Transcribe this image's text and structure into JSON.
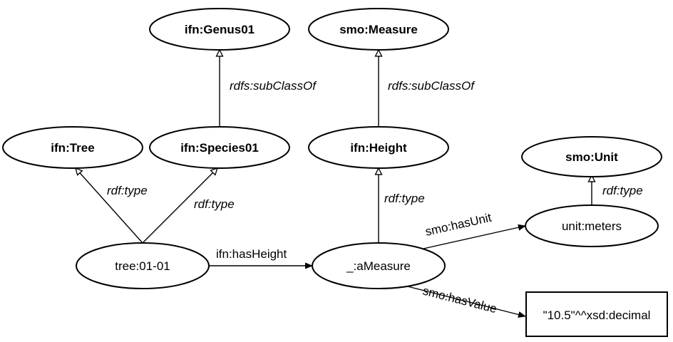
{
  "nodes": {
    "genus01": "ifn:Genus01",
    "measure_class": "smo:Measure",
    "tree_class": "ifn:Tree",
    "species01": "ifn:Species01",
    "height": "ifn:Height",
    "unit_class": "smo:Unit",
    "unit_meters": "unit:meters",
    "tree_instance": "tree:01-01",
    "a_measure": "_:aMeasure",
    "literal_value": "\"10.5\"^^xsd:decimal"
  },
  "edges": {
    "species_subclass": "rdfs:subClassOf",
    "height_subclass": "rdfs:subClassOf",
    "tree_type_tree": "rdf:type",
    "tree_type_species": "rdf:type",
    "measure_type_height": "rdf:type",
    "meters_type_unit": "rdf:type",
    "has_height": "ifn:hasHeight",
    "has_unit": "smo:hasUnit",
    "has_value": "smo:hasValue"
  },
  "colors": {
    "stroke": "#000000",
    "fill": "#ffffff"
  }
}
